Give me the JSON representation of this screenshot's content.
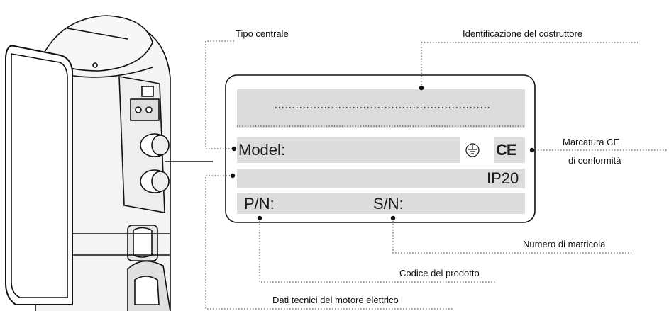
{
  "plate": {
    "model_label": "Model:",
    "ip_rating": "IP20",
    "pn_label": "P/N:",
    "sn_label": "S/N:",
    "ce_mark": "CE"
  },
  "callouts": {
    "manufacturer": "Identificazione del costruttore",
    "unit_type": "Tipo centrale",
    "ce_marking_line1": "Marcatura CE",
    "ce_marking_line2": "di conformità",
    "serial_number": "Numero di matricola",
    "product_code": "Codice del prodotto",
    "motor_data": "Dati tecnici del motore elettrico"
  },
  "icons": [
    "ground-symbol-icon",
    "ce-mark-icon",
    "central-vacuum-unit-illustration"
  ],
  "colors": {
    "plate_field": "#dcdcdc",
    "outline": "#111111",
    "background": "#ffffff"
  }
}
